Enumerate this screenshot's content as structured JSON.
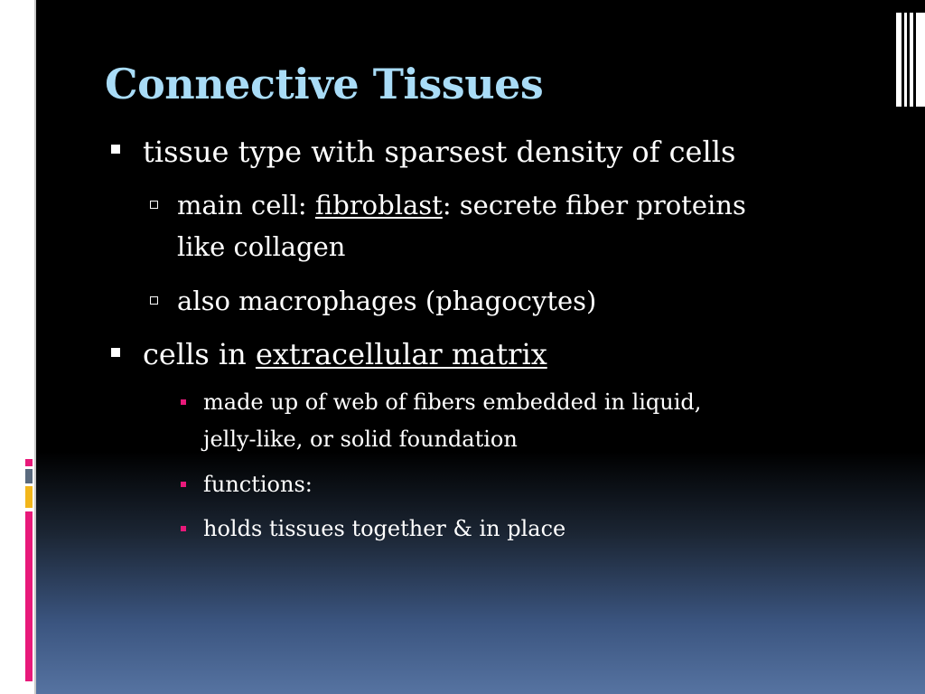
{
  "slide": {
    "title": "Connective Tissues",
    "bullets": [
      {
        "text": "tissue type with sparsest density of cells"
      },
      {
        "prefix": "main cell: ",
        "term": "fibroblast",
        "suffix_line1": ": secrete fiber proteins",
        "line2": "like collagen"
      },
      {
        "text": "also macrophages (phagocytes)"
      },
      {
        "prefix": "cells in ",
        "term": "extracellular matrix"
      },
      {
        "line1": "made up of  web of fibers embedded in liquid,",
        "line2": "jelly-like, or solid foundation"
      },
      {
        "text": "functions:"
      },
      {
        "text": "holds tissues together & in place"
      }
    ]
  },
  "colors": {
    "title": "#a9dcf7",
    "text": "#ffffff",
    "accent_pink": "#e8197a",
    "accent_gold": "#f2b61b",
    "accent_slate": "#5a6a7e",
    "bottom_gradient": "#5673a1"
  },
  "icons": {
    "bullet_level1": "filled-square",
    "bullet_level2": "hollow-square",
    "bullet_level3": "small-pink-square",
    "logo": "vertical-bars-icon"
  }
}
